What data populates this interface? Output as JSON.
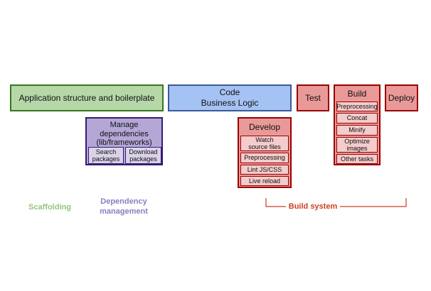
{
  "boxes": {
    "app_structure": "Application structure and boilerplate",
    "code_line1": "Code",
    "code_line2": "Business Logic",
    "test": "Test",
    "build": "Build",
    "deploy": "Deploy",
    "manage_line1": "Manage",
    "manage_line2": "dependencies",
    "manage_line3": "(lib/frameworks)",
    "develop": "Develop"
  },
  "manage_items": [
    {
      "line1": "Search",
      "line2": "packages"
    },
    {
      "line1": "Download",
      "line2": "packages"
    }
  ],
  "develop_items": [
    {
      "line1": "Watch",
      "line2": "source files"
    },
    {
      "line1": "Preprocessing",
      "line2": ""
    },
    {
      "line1": "Lint JS/CSS",
      "line2": ""
    },
    {
      "line1": "Live reload",
      "line2": ""
    }
  ],
  "build_items": [
    {
      "line1": "Preprocessing",
      "line2": ""
    },
    {
      "line1": "Concat",
      "line2": ""
    },
    {
      "line1": "Minify",
      "line2": ""
    },
    {
      "line1": "Optimize",
      "line2": "images"
    },
    {
      "line1": "Other tasks",
      "line2": ""
    }
  ],
  "labels": {
    "scaffolding": "Scaffolding",
    "dependency_line1": "Dependency",
    "dependency_line2": "management",
    "build_system": "Build system"
  },
  "colors": {
    "scaffolding": "#93c47d",
    "dependency": "#8e7cc3",
    "build_system": "#cc4125"
  }
}
